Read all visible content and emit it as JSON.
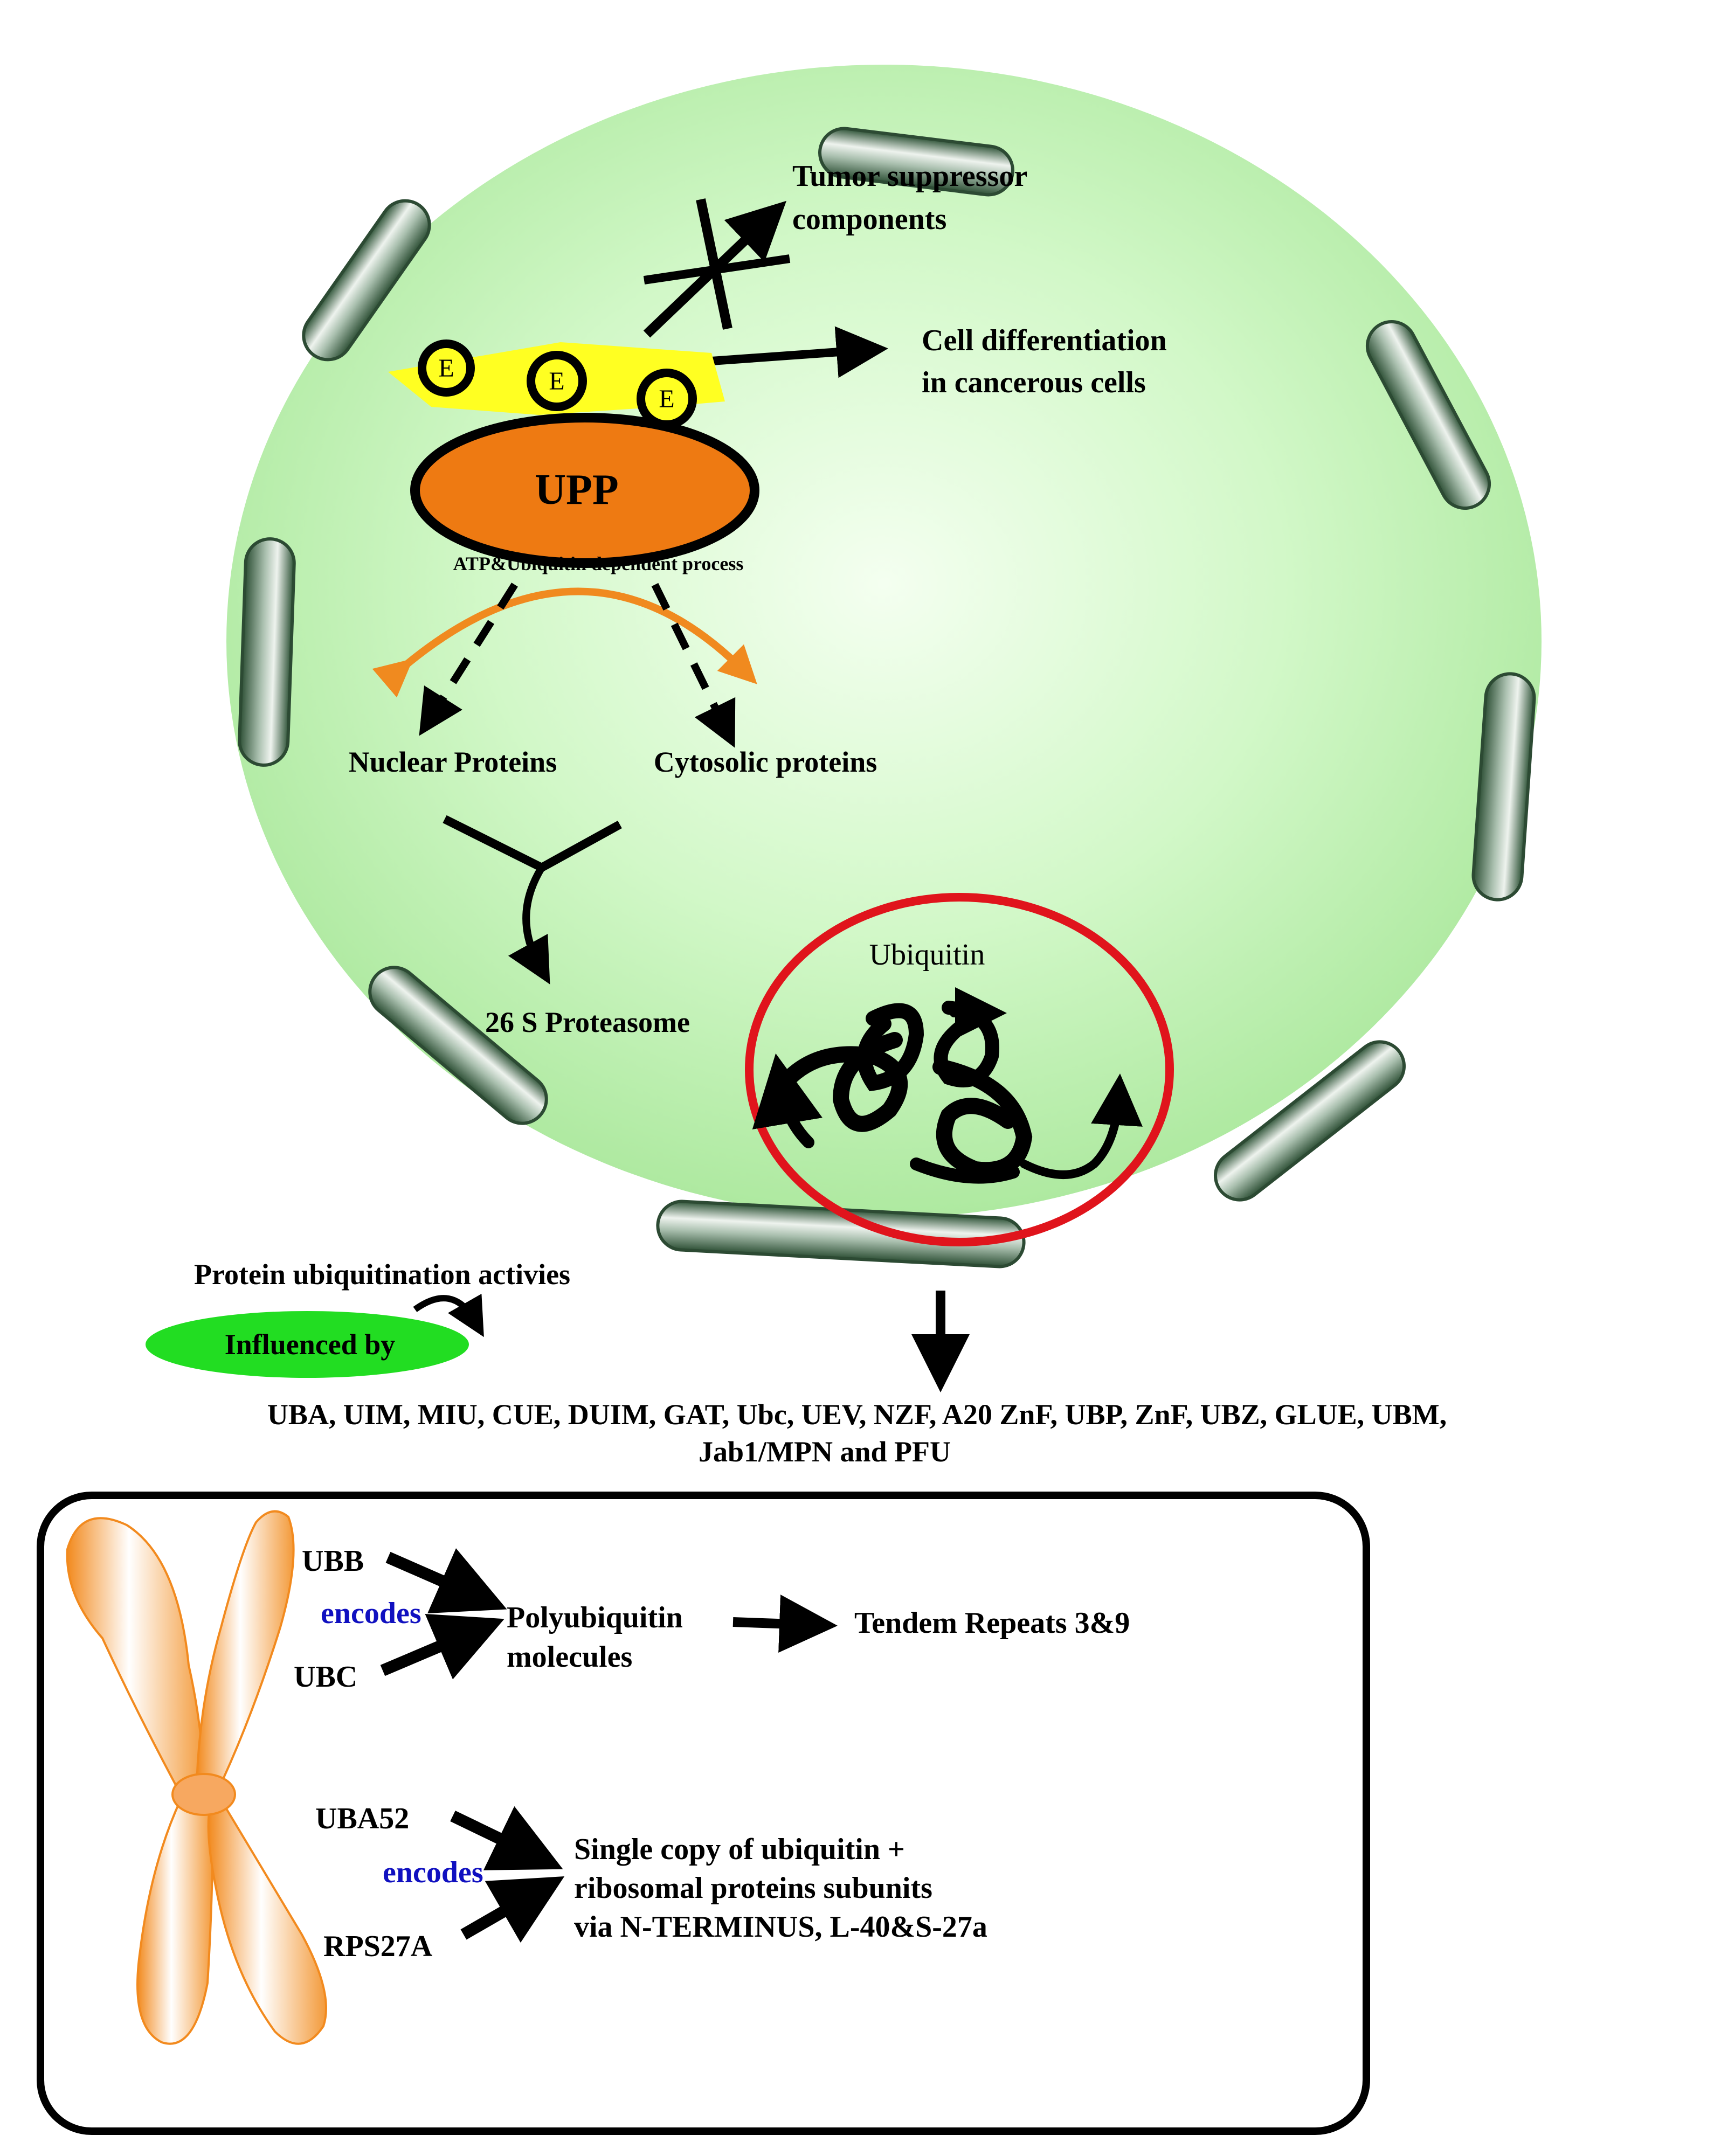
{
  "cell": {
    "tumor_suppressor": [
      "Tumor suppressor",
      "components"
    ],
    "cell_differentiation": [
      "Cell differentiation",
      "in cancerous cells"
    ],
    "enzyme_letter": "E",
    "upp": "UPP",
    "atp_process": "ATP&Ubiquitin dependent process",
    "nuclear_proteins": "Nuclear Proteins",
    "cytosolic_proteins": "Cytosolic proteins",
    "proteasome": "26 S Proteasome",
    "ubiquitin": "Ubiquitin"
  },
  "influence": {
    "activities": "Protein ubiquitination activies",
    "influenced_by": "Influenced by",
    "domains_line1": "UBA, UIM, MIU, CUE, DUIM, GAT, Ubc, UEV, NZF, A20 ZnF, UBP, ZnF, UBZ, GLUE, UBM,",
    "domains_line2": "Jab1/MPN and PFU"
  },
  "genes": {
    "ubb": "UBB",
    "ubc": "UBC",
    "encodes": "encodes",
    "polyubiquitin": [
      "Polyubiquitin",
      "molecules"
    ],
    "tandem": "Tendem Repeats 3&9",
    "uba52": "UBA52",
    "rps27a": "RPS27A",
    "single_copy": [
      "Single copy of ubiquitin +",
      "ribosomal proteins subunits",
      "via N-TERMINUS, L-40&S-27a"
    ]
  },
  "colors": {
    "cell_fill": "#c9f7be",
    "membrane": "#4f7a5a",
    "upp_fill": "#ee7a12",
    "enzyme_band": "#ffff22",
    "orange_arrow": "#f08a1f",
    "ubiquitin_ring": "#e0141c",
    "influenced_oval": "#22dd22",
    "encodes_text": "#1010c0",
    "chromosome": "#f7952f"
  }
}
